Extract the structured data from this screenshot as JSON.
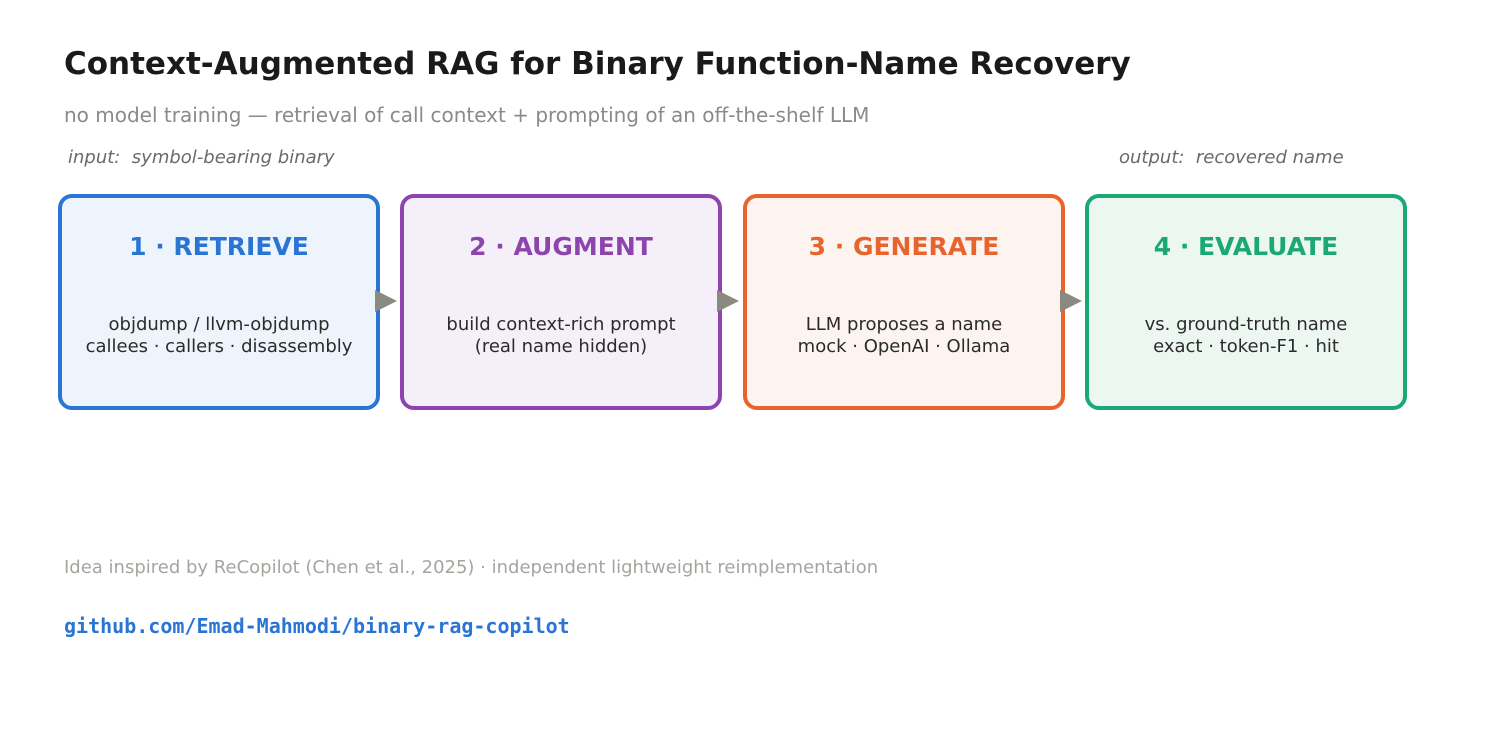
{
  "title": "Context-Augmented RAG for Binary Function-Name Recovery",
  "subtitle": "no model training — retrieval of call context + prompting of an off-the-shelf LLM",
  "input_label": "input:  symbol-bearing binary",
  "output_label": "output:  recovered name",
  "stages": [
    {
      "title": "1 · RETRIEVE",
      "lines": [
        "objdump / llvm-objdump",
        "callees · callers · disassembly"
      ],
      "border_color": "#2a75d3",
      "fill_color": "#edf4fc",
      "title_color": "#2a75d3"
    },
    {
      "title": "2 · AUGMENT",
      "lines": [
        "build context-rich prompt",
        "(real name hidden)"
      ],
      "border_color": "#8e44ad",
      "fill_color": "#f4eff8",
      "title_color": "#8e44ad"
    },
    {
      "title": "3 · GENERATE",
      "lines": [
        "LLM proposes a name",
        "mock · OpenAI · Ollama"
      ],
      "border_color": "#e8642e",
      "fill_color": "#fdf4ef",
      "title_color": "#e8642e"
    },
    {
      "title": "4 · EVALUATE",
      "lines": [
        "vs. ground-truth name",
        "exact · token-F1 · hit"
      ],
      "border_color": "#1aa876",
      "fill_color": "#edf7f2",
      "title_color": "#1aa876"
    }
  ],
  "arrow_color": "#8a8a82",
  "footer_note": "Idea inspired by ReCopilot (Chen et al., 2025) · independent lightweight reimplementation",
  "repo_link": "github.com/Emad-Mahmodi/binary-rag-copilot"
}
